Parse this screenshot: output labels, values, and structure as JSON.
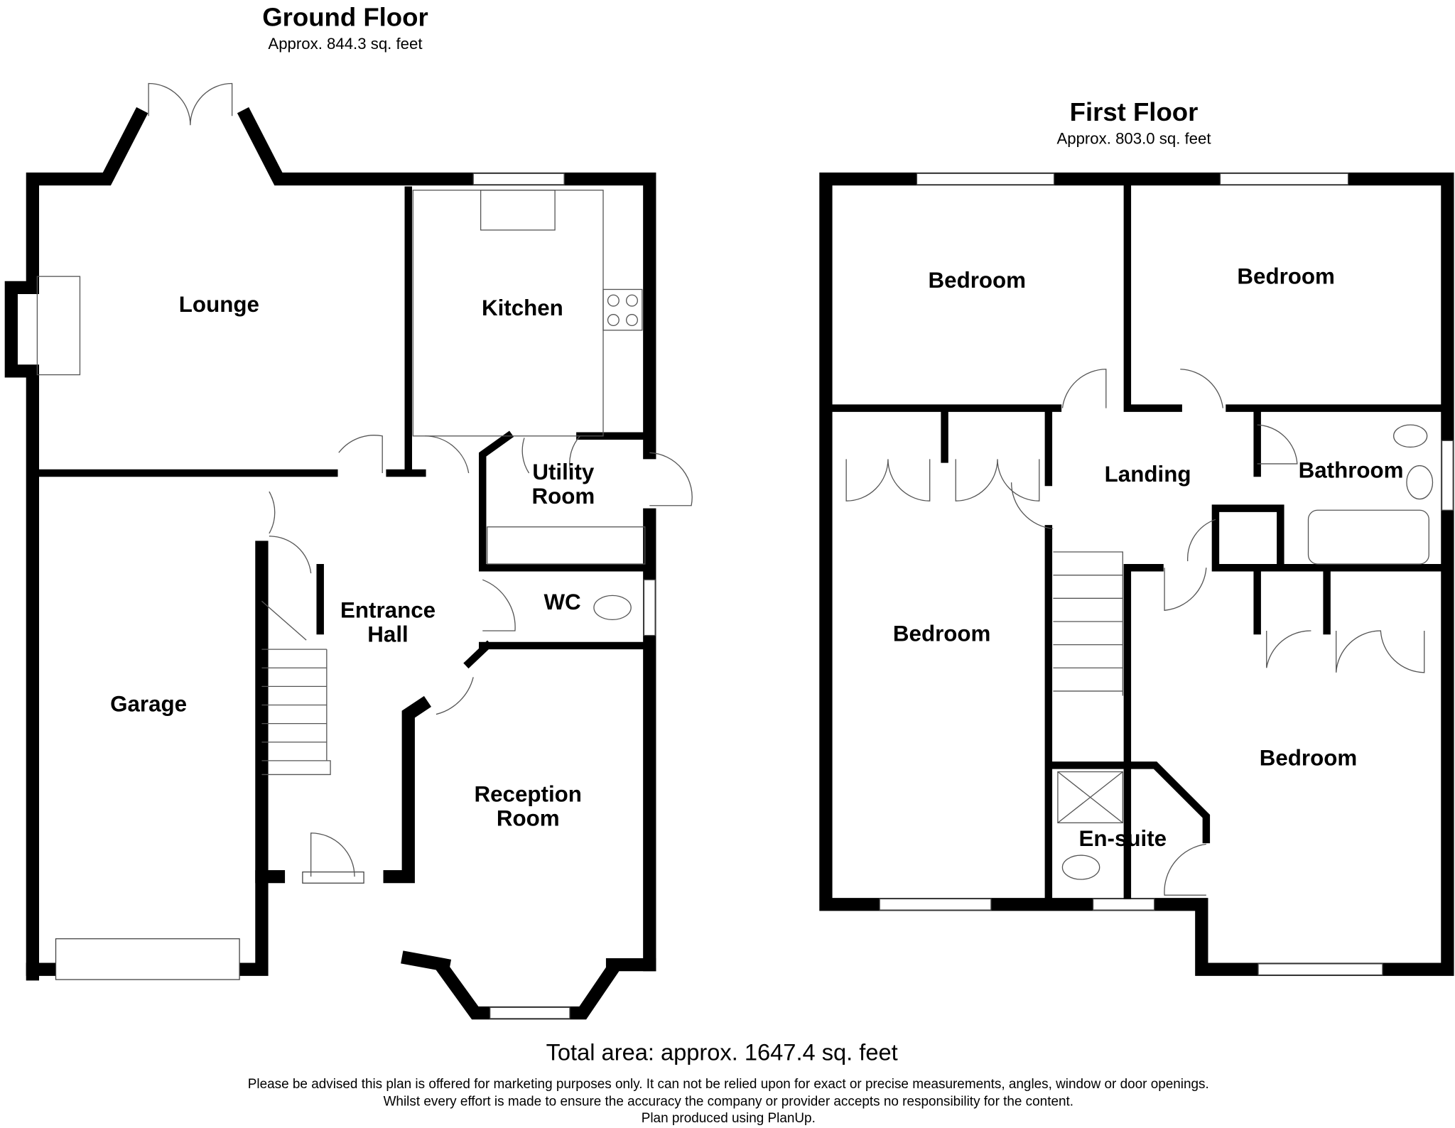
{
  "ground_floor": {
    "title": "Ground Floor",
    "area": "Approx. 844.3 sq. feet",
    "rooms": {
      "lounge": "Lounge",
      "kitchen": "Kitchen",
      "utility_1": "Utility",
      "utility_2": "Room",
      "wc": "WC",
      "entrance_1": "Entrance",
      "entrance_2": "Hall",
      "garage": "Garage",
      "reception_1": "Reception",
      "reception_2": "Room"
    }
  },
  "first_floor": {
    "title": "First Floor",
    "area": "Approx. 803.0 sq. feet",
    "rooms": {
      "bedroom_tl": "Bedroom",
      "bedroom_tr": "Bedroom",
      "landing": "Landing",
      "bathroom": "Bathroom",
      "bedroom_l": "Bedroom",
      "bedroom_r": "Bedroom",
      "ensuite": "En-suite"
    }
  },
  "footer": {
    "total": "Total area: approx. 1647.4 sq. feet",
    "disclaimer_1": "Please be advised this plan is offered for marketing purposes only. It can not be relied upon for exact or precise measurements, angles, window or door openings.",
    "disclaimer_2": "Whilst every effort is made to ensure the accuracy the company or provider accepts no responsibility for the content.",
    "credit": "Plan produced using PlanUp."
  }
}
